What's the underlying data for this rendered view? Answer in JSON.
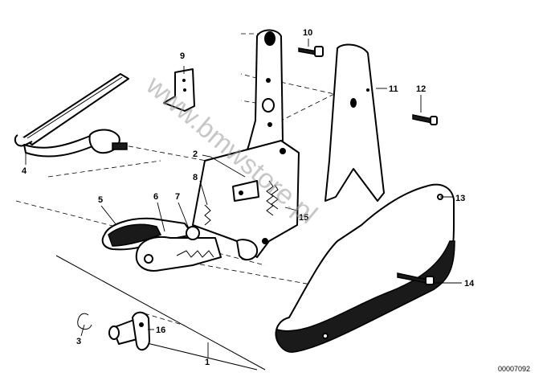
{
  "diagram": {
    "callouts": [
      {
        "id": "c1",
        "label": "1"
      },
      {
        "id": "c2",
        "label": "2"
      },
      {
        "id": "c3",
        "label": "3"
      },
      {
        "id": "c4",
        "label": "4"
      },
      {
        "id": "c5",
        "label": "5"
      },
      {
        "id": "c6",
        "label": "6"
      },
      {
        "id": "c7",
        "label": "7"
      },
      {
        "id": "c8",
        "label": "8"
      },
      {
        "id": "c9",
        "label": "9"
      },
      {
        "id": "c10",
        "label": "10"
      },
      {
        "id": "c11",
        "label": "11"
      },
      {
        "id": "c12",
        "label": "12"
      },
      {
        "id": "c13",
        "label": "13"
      },
      {
        "id": "c14",
        "label": "14"
      },
      {
        "id": "c15",
        "label": "15"
      },
      {
        "id": "c16",
        "label": "16"
      }
    ],
    "diagram_code": "00007092",
    "watermark": "www.bmwstore.pl"
  }
}
